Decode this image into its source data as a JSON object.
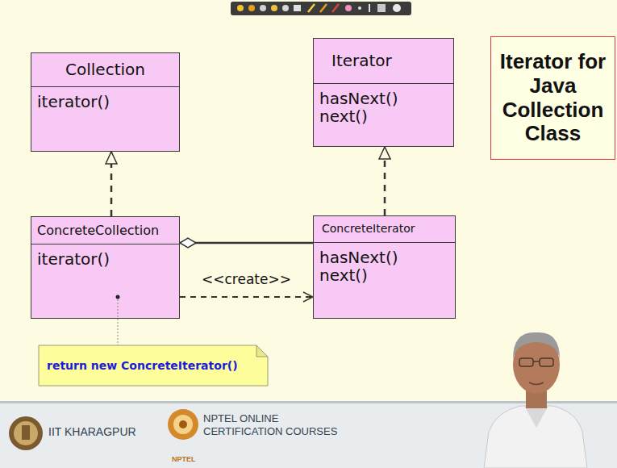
{
  "diagram": {
    "title": "Iterator for Java Collection Class",
    "nodes": [
      {
        "text": [
          "Collection",
          "iterator()"
        ]
      },
      {
        "text": [
          "Iterator",
          "hasNext() next()"
        ]
      },
      {
        "text": [
          "ConcreteCollection",
          "iterator()"
        ]
      },
      {
        "text": [
          "ConcreteIterator",
          "hasNext() next()"
        ]
      },
      {
        "text": [
          "return new ConcreteIterator()"
        ]
      }
    ],
    "edges": [
      {
        "from": 2,
        "to": 0,
        "arrow": "to"
      },
      {
        "from": 3,
        "to": 1,
        "arrow": "to"
      },
      {
        "from": 3,
        "to": 2,
        "arrow": "to"
      },
      {
        "from": 2,
        "to": 3,
        "label": "<<create>>",
        "arrow": "to"
      },
      {
        "from": 2,
        "to": 4,
        "arrow": "none"
      }
    ],
    "labels": [
      "IIT KHARAGPUR",
      "NPTEL ONLINE CERTIFICATION COURSES",
      "NPTEL"
    ]
  }
}
